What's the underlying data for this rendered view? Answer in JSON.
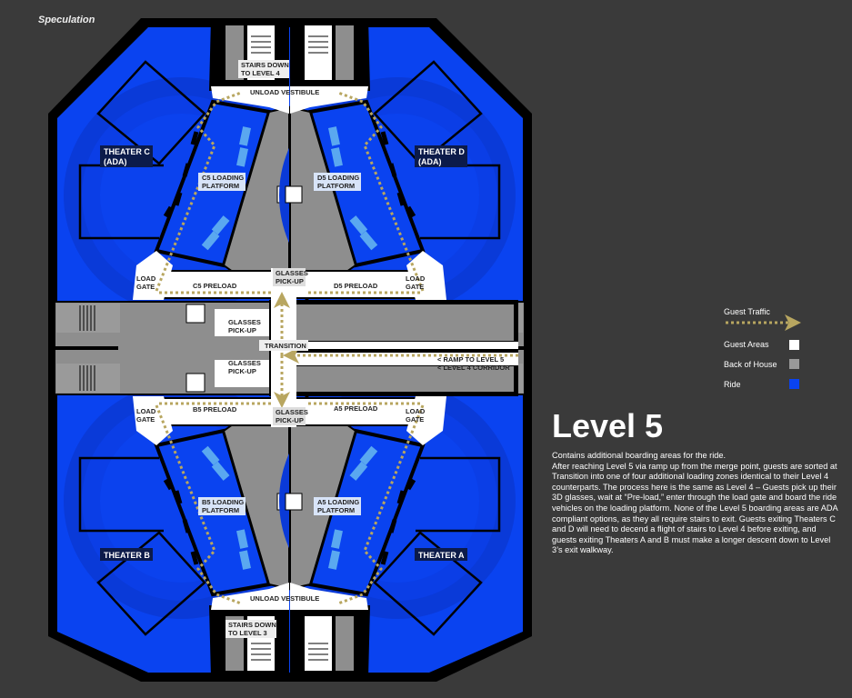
{
  "header": {
    "tag": "Speculation"
  },
  "plan": {
    "theaters": {
      "c": {
        "name": "THEATER C",
        "sub": "(ADA)"
      },
      "d": {
        "name": "THEATER D",
        "sub": "(ADA)"
      },
      "b": {
        "name": "THEATER B"
      },
      "a": {
        "name": "THEATER A"
      }
    },
    "labels": {
      "stairs_top_1": "STAIRS DOWN",
      "stairs_top_2": "TO LEVEL 4",
      "unload_top": "UNLOAD VESTIBULE",
      "unload_bottom": "UNLOAD VESTIBULE",
      "stairs_bot_1": "STAIRS DOWN",
      "stairs_bot_2": "TO LEVEL 3",
      "c5_platform_1": "C5 LOADING",
      "c5_platform_2": "PLATFORM",
      "d5_platform_1": "D5 LOADING",
      "d5_platform_2": "PLATFORM",
      "b5_platform_1": "B5 LOADING",
      "b5_platform_2": "PLATFORM",
      "a5_platform_1": "A5 LOADING",
      "a5_platform_2": "PLATFORM",
      "load": "LOAD",
      "gate": "GATE",
      "c5_preload": "C5 PRELOAD",
      "d5_preload": "D5 PRELOAD",
      "b5_preload": "B5 PRELOAD",
      "a5_preload": "A5 PRELOAD",
      "glasses": "GLASSES",
      "pickup": "PICK-UP",
      "transition": "TRANSITION",
      "ramp": "< RAMP TO LEVEL 5",
      "corridor": "< LEVEL 4 CORRIDOR"
    }
  },
  "legend": {
    "traffic": "Guest Traffic",
    "guest_areas": "Guest Areas",
    "back_of_house": "Back of House",
    "ride": "Ride",
    "colors": {
      "guest": "#ffffff",
      "boh": "#999999",
      "ride": "#0a43f0",
      "traffic": "#b8a660"
    }
  },
  "info": {
    "title": "Level 5",
    "lead": "Contains additional boarding areas for the ride.",
    "body": "After reaching Level 5 via ramp up from the merge point, guests are sorted at Transition into one of four additional loading zones identical to their Level 4 counterparts. The process here is the same as Level 4 – Guests pick up their 3D glasses, wait at “Pre-load,” enter through the load gate and board the ride vehicles on the loading platform. None of the Level 5 boarding areas are ADA compliant options, as they all require stairs to exit. Guests exiting Theaters C and D will need to decend a flight of stairs to Level 4 before exiting, and guests exiting Theaters A and B must make a longer descent down to Level 3’s exit walkway."
  }
}
